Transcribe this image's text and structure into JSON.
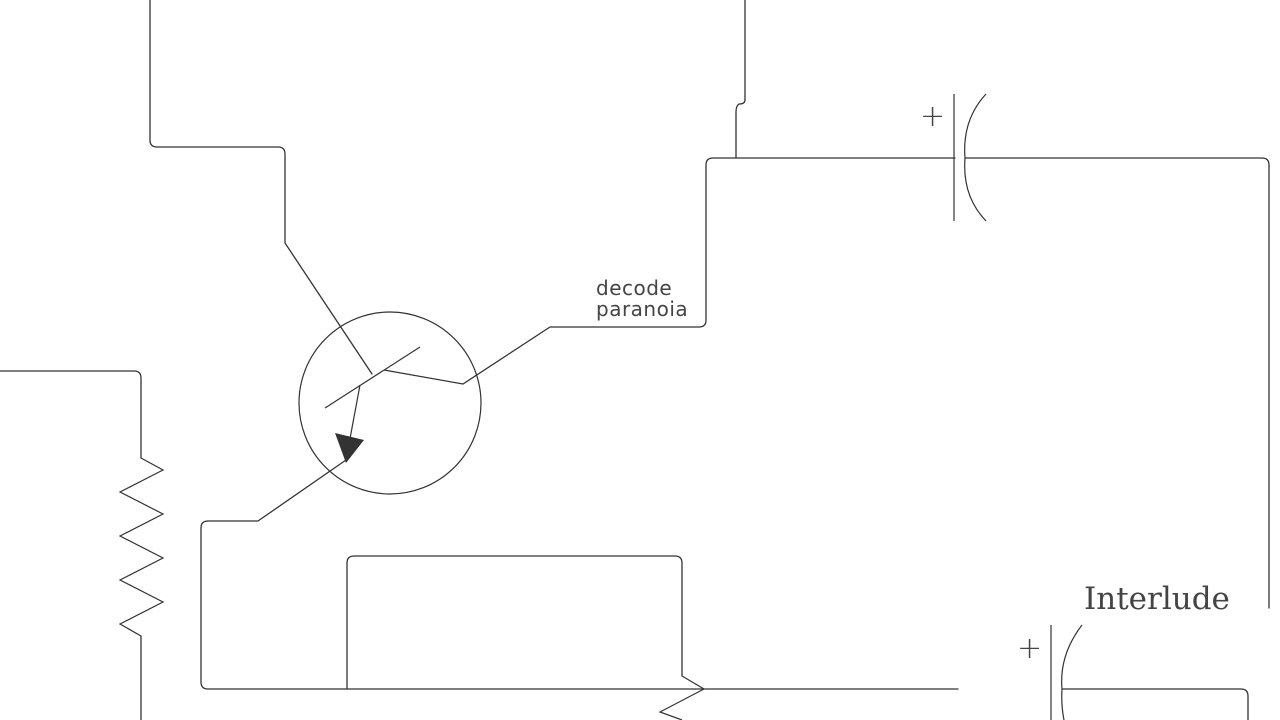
{
  "diagram": {
    "type": "schematic",
    "labels": {
      "transistor_label_line1": "decode",
      "transistor_label_line2": "paranoia",
      "corner_label": "Interlude"
    },
    "components": [
      {
        "kind": "npn-transistor"
      },
      {
        "kind": "resistor"
      },
      {
        "kind": "resistor"
      },
      {
        "kind": "polarized-capacitor",
        "polarity": "+"
      },
      {
        "kind": "polarized-capacitor",
        "polarity": "+"
      }
    ],
    "colors": {
      "stroke": "#333333",
      "text": "#444444",
      "background": "#ffffff"
    }
  }
}
